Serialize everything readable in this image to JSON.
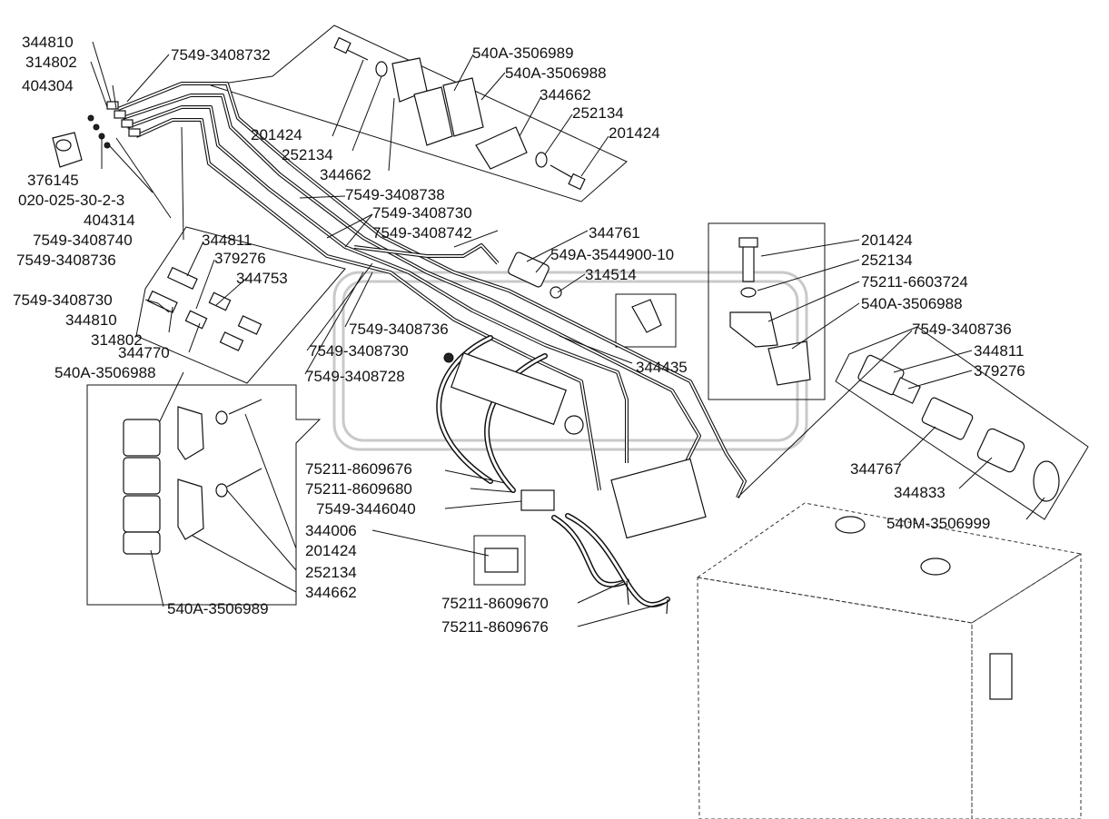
{
  "labels": {
    "topleft": [
      "344810",
      "314802",
      "404304",
      "376145",
      "020-025-30-2-3",
      "404314",
      "7549-3408740"
    ],
    "top_pipe": "7549-3408732",
    "clamp_set_top": [
      "540A-3506989",
      "540A-3506988",
      "344662",
      "252134",
      "201424",
      "201424",
      "252134",
      "344662"
    ],
    "mid_pipes": [
      "7549-3408738",
      "7549-3408730",
      "7549-3408742",
      "7549-3408736",
      "7549-3408730",
      "7549-3408728",
      "7549-3408736"
    ],
    "fitting_set_left": [
      "344811",
      "379276",
      "344753",
      "7549-3408736",
      "7549-3408730",
      "344810",
      "314802",
      "344770",
      "540A-3506988"
    ],
    "valve_area": [
      "344761",
      "549A-3544900-10",
      "314514",
      "344435"
    ],
    "clamp_set_right": [
      "201424",
      "252134",
      "75211-6603724",
      "540A-3506988"
    ],
    "fitting_set_right": [
      "7549-3408736",
      "344811",
      "379276",
      "344767",
      "344833",
      "540M-3506999"
    ],
    "clamp_set_bottom": [
      "201424",
      "252134",
      "344662",
      "540A-3506989"
    ],
    "hoses": [
      "75211-8609676",
      "75211-8609680",
      "7549-3446040",
      "344006",
      "75211-8609670",
      "75211-8609676"
    ]
  }
}
